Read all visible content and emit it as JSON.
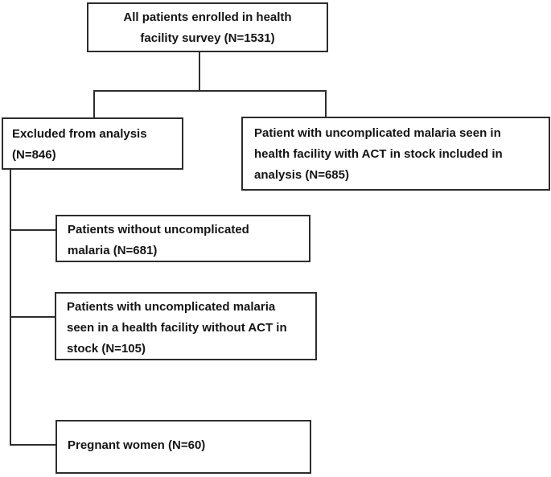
{
  "diagram": {
    "type": "flowchart",
    "description": "Patient enrollment flow diagram for health facility survey",
    "colors": {
      "box_border": "#2d2d2d",
      "connector_line": "#2d2d2d",
      "text": "#141414",
      "background": "#ffffff"
    },
    "nodes": {
      "enrolled": {
        "label": "All patients enrolled in health\nfacility survey (N=1531)",
        "n": 1531
      },
      "excluded": {
        "label": "Excluded from analysis\n(N=846)",
        "n": 846
      },
      "included": {
        "label": "Patient with uncomplicated malaria seen in\nhealth facility with ACT in stock included in\nanalysis (N=685)",
        "n": 685
      },
      "no_malaria": {
        "label": "Patients without uncomplicated\nmalaria (N=681)",
        "n": 681
      },
      "no_act": {
        "label": "Patients with uncomplicated malaria\nseen in a health facility without ACT in\nstock (N=105)",
        "n": 105
      },
      "pregnant": {
        "label": "Pregnant women (N=60)",
        "n": 60
      }
    },
    "edges": [
      {
        "from": "enrolled",
        "to": "excluded"
      },
      {
        "from": "enrolled",
        "to": "included"
      },
      {
        "from": "excluded",
        "to": "no_malaria"
      },
      {
        "from": "excluded",
        "to": "no_act"
      },
      {
        "from": "excluded",
        "to": "pregnant"
      }
    ]
  }
}
